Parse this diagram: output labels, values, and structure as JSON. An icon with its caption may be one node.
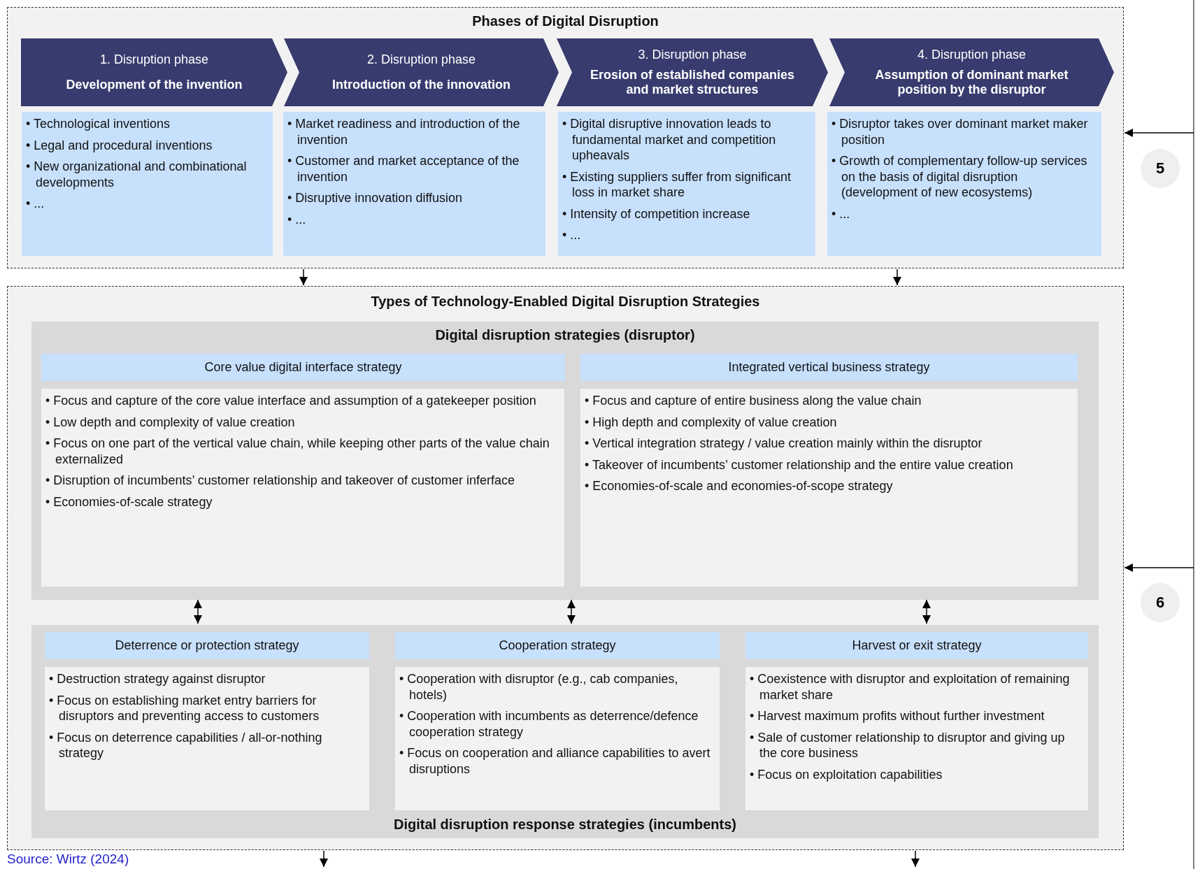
{
  "diagram": {
    "nodes": [
      {
        "text": [
          "Phases of Digital Disruption"
        ]
      },
      {
        "text": [
          "1. Disruption phase",
          "Development of the invention"
        ],
        "in": 0
      },
      {
        "text": [
          "2. Disruption phase",
          "Introduction of the innovation"
        ],
        "in": 0
      },
      {
        "text": [
          "3. Disruption phase",
          "Erosion of established companies and market structures"
        ],
        "in": 0
      },
      {
        "text": [
          "4. Disruption phase",
          "Assumption of dominant market position by the disruptor"
        ],
        "in": 0
      },
      {
        "text": [
          "• Technological inventions",
          "• Legal and procedural inventions",
          "• New organizational and combinational developments",
          "• ..."
        ],
        "in": 0
      },
      {
        "text": [
          "• Market readiness and introduction of the invention",
          "• Customer and market acceptance of the invention",
          "• Disruptive innovation diffusion",
          "• ..."
        ],
        "in": 0
      },
      {
        "text": [
          "• Digital disruptive innovation leads to fundamental market and competition upheavals",
          "• Existing suppliers suffer from significant loss in market share",
          "• Intensity of competition increase",
          "• ..."
        ],
        "in": 0
      },
      {
        "text": [
          "• Disruptor takes over dominant market maker position",
          "• Growth of complementary follow-up services on the basis of  digital disruption (development of new ecosystems)",
          "• ..."
        ],
        "in": 0
      },
      {
        "text": [
          "Types of Technology-Enabled Digital Disruption Strategies"
        ]
      },
      {
        "text": [
          "Digital disruption strategies (disruptor)"
        ],
        "in": 9
      },
      {
        "text": [
          "Core value digital interface strategy"
        ],
        "in": 10
      },
      {
        "text": [
          "• Focus and capture of the core value interface and assumption of a gatekeeper position",
          "• Low depth and complexity of value creation",
          "• Focus on one part of the vertical value chain, while keeping other parts of the value chain externalized",
          "• Disruption of incumbents’ customer relationship and takeover of customer inferface",
          "• Economies-of-scale strategy"
        ],
        "in": 10
      },
      {
        "text": [
          "Integrated vertical business strategy"
        ],
        "in": 10
      },
      {
        "text": [
          "• Focus and capture of entire business along the value chain",
          "• High depth and complexity of value creation",
          "• Vertical integration strategy / value creation mainly within the disruptor",
          "• Takeover of incumbents’ customer relationship and the entire value creation",
          "• Economies-of-scale and economies-of-scope strategy"
        ],
        "in": 10
      },
      {
        "text": [
          "Digital disruption response strategies (incumbents)"
        ],
        "in": 9
      },
      {
        "text": [
          "Deterrence or protection strategy"
        ],
        "in": 15
      },
      {
        "text": [
          "• Destruction strategy against disruptor",
          "• Focus on establishing market entry barriers for disruptors and preventing access to customers",
          "• Focus on deterrence capabilities / all-or-nothing strategy"
        ],
        "in": 15
      },
      {
        "text": [
          "Cooperation strategy"
        ],
        "in": 15
      },
      {
        "text": [
          "• Cooperation with disruptor (e.g., cab companies, hotels)",
          "• Cooperation with incumbents as deterrence/defence cooperation strategy",
          "• Focus on cooperation and alliance capabilities to avert disruptions"
        ],
        "in": 15
      },
      {
        "text": [
          "Harvest or exit strategy"
        ],
        "in": 15
      },
      {
        "text": [
          "• Coexistence with disruptor and exploitation of remaining market share",
          "• Harvest maximum profits without further investment",
          "• Sale of customer relationship to disruptor and giving up the core business",
          "• Focus on exploitation capabilities"
        ],
        "in": 15
      },
      {
        "text": [
          "5"
        ]
      },
      {
        "text": [
          "6"
        ]
      }
    ],
    "edges": [
      {
        "from": null,
        "to": 0,
        "arrow": "to"
      },
      {
        "from": null,
        "to": 9,
        "arrow": "to"
      },
      {
        "from": 0,
        "to": 9,
        "arrow": "to"
      },
      {
        "from": 0,
        "to": 9,
        "arrow": "to"
      },
      {
        "from": 10,
        "to": 15,
        "arrow": "both"
      },
      {
        "from": 10,
        "to": 15,
        "arrow": "both"
      },
      {
        "from": 10,
        "to": 15,
        "arrow": "both"
      },
      {
        "from": 9,
        "to": null,
        "arrow": "to"
      },
      {
        "from": 9,
        "to": null,
        "arrow": "to"
      }
    ],
    "labels": [
      "Source: Wirtz (2024)"
    ]
  }
}
